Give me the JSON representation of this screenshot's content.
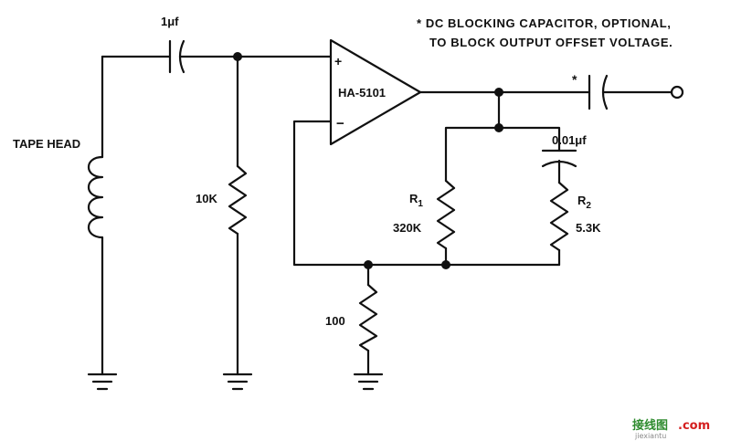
{
  "note": {
    "line1": "* DC BLOCKING CAPACITOR, OPTIONAL,",
    "line2": "TO BLOCK OUTPUT OFFSET VOLTAGE."
  },
  "labels": {
    "input_cap": "1μf",
    "tape_head": "TAPE HEAD",
    "r_10k": "10K",
    "opamp": "HA-5101",
    "plus": "+",
    "minus": "−",
    "output_cap_mark": "*",
    "c_001": "0.01μf",
    "r1_name": "R",
    "r1_sub": "1",
    "r1_value": "320K",
    "r2_name": "R",
    "r2_sub": "2",
    "r2_value": "5.3K",
    "r_100": "100"
  },
  "watermark": {
    "part1": "接线图",
    "part2": ".com",
    "part3": "jiexiantu"
  }
}
